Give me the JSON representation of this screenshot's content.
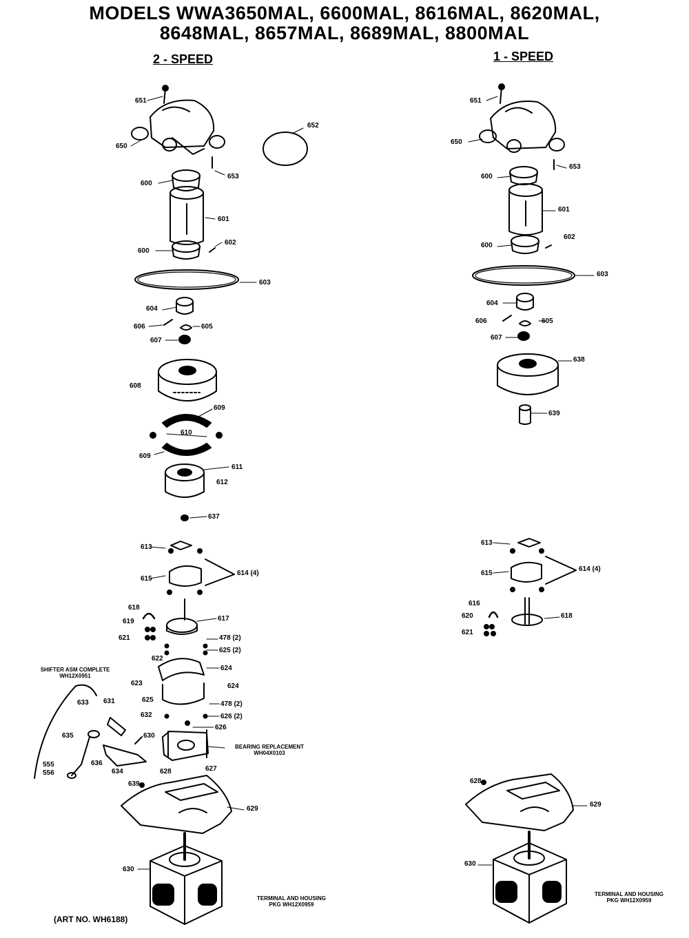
{
  "title": {
    "line1": "MODELS WWA3650MAL, 6600MAL, 8616MAL, 8620MAL,",
    "line2": "8648MAL, 8657MAL, 8689MAL, 8800MAL"
  },
  "sections": {
    "two_speed": "2 - SPEED",
    "one_speed": "1 - SPEED"
  },
  "parts_two_speed": [
    "651",
    "650",
    "652",
    "653",
    "600",
    "601",
    "600",
    "602",
    "603",
    "604",
    "606",
    "605",
    "607",
    "608",
    "609",
    "610",
    "609",
    "611",
    "612",
    "637",
    "613",
    "615",
    "614 (4)",
    "618",
    "619",
    "621",
    "617",
    "478 (2)",
    "625 (2)",
    "622",
    "624",
    "623",
    "624",
    "625",
    "631",
    "633",
    "632",
    "478 (2)",
    "626 (2)",
    "626",
    "635",
    "630",
    "636",
    "634",
    "627",
    "555",
    "556",
    "628",
    "639",
    "629",
    "630"
  ],
  "parts_one_speed": [
    "651",
    "650",
    "653",
    "600",
    "601",
    "600",
    "602",
    "603",
    "604",
    "606",
    "605",
    "607",
    "638",
    "639",
    "613",
    "615",
    "614 (4)",
    "616",
    "620",
    "621",
    "618",
    "628",
    "629",
    "630"
  ],
  "notes": {
    "shifter": "SHIFTER ASM COMPLETE",
    "shifter_pn": "WH12X0951",
    "bearing": "BEARING REPLACEMENT",
    "bearing_pn": "WH04X0103",
    "terminal_left": "TERMINAL AND HOUSING",
    "terminal_left_pn": "PKG WH12X0959",
    "terminal_right": "TERMINAL AND HOUSING",
    "terminal_right_pn": "PKG WH12X0959"
  },
  "art_no": "(ART NO. WH6188)"
}
